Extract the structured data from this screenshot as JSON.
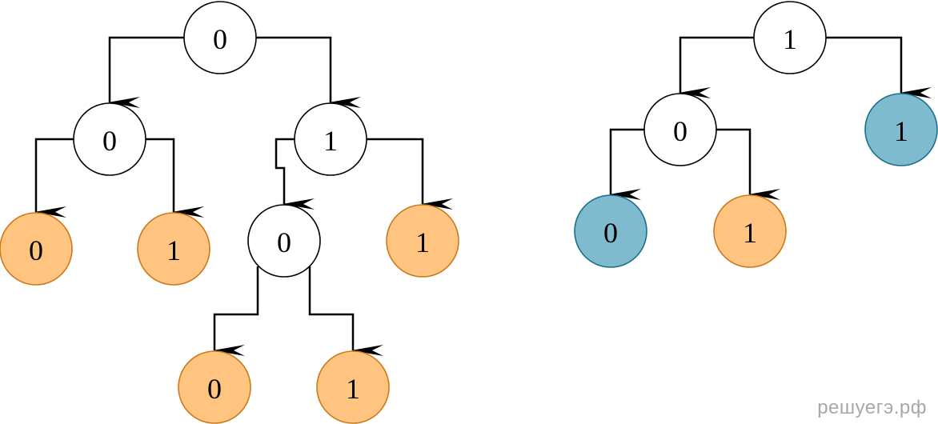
{
  "colors": {
    "internal": {
      "fill": "#ffffff",
      "stroke": "#000000"
    },
    "leaf_orange": {
      "fill": "#ffc480",
      "stroke": "#cc7a1c"
    },
    "leaf_blue": {
      "fill": "#7fbbcf",
      "stroke": "#1c6f8c"
    },
    "edge": "#000000",
    "watermark": "#a8a8a8"
  },
  "trees": [
    {
      "nodes": [
        {
          "id": "r",
          "label": "0",
          "style": "internal"
        },
        {
          "id": "a",
          "label": "0",
          "style": "internal"
        },
        {
          "id": "b",
          "label": "1",
          "style": "internal"
        },
        {
          "id": "c",
          "label": "0",
          "style": "leaf_orange"
        },
        {
          "id": "d",
          "label": "1",
          "style": "leaf_orange"
        },
        {
          "id": "e",
          "label": "0",
          "style": "internal"
        },
        {
          "id": "f",
          "label": "1",
          "style": "leaf_orange"
        },
        {
          "id": "g",
          "label": "0",
          "style": "leaf_orange"
        },
        {
          "id": "h",
          "label": "1",
          "style": "leaf_orange"
        }
      ],
      "edges": [
        [
          "r",
          "a"
        ],
        [
          "r",
          "b"
        ],
        [
          "a",
          "c"
        ],
        [
          "a",
          "d"
        ],
        [
          "b",
          "e"
        ],
        [
          "b",
          "f"
        ],
        [
          "e",
          "g"
        ],
        [
          "e",
          "h"
        ]
      ]
    },
    {
      "nodes": [
        {
          "id": "r",
          "label": "1",
          "style": "internal"
        },
        {
          "id": "a",
          "label": "0",
          "style": "internal"
        },
        {
          "id": "b",
          "label": "1",
          "style": "leaf_blue"
        },
        {
          "id": "c",
          "label": "0",
          "style": "leaf_blue"
        },
        {
          "id": "d",
          "label": "1",
          "style": "leaf_orange"
        }
      ],
      "edges": [
        [
          "r",
          "a"
        ],
        [
          "r",
          "b"
        ],
        [
          "a",
          "c"
        ],
        [
          "a",
          "d"
        ]
      ]
    }
  ],
  "watermark": "решуегэ.рф"
}
